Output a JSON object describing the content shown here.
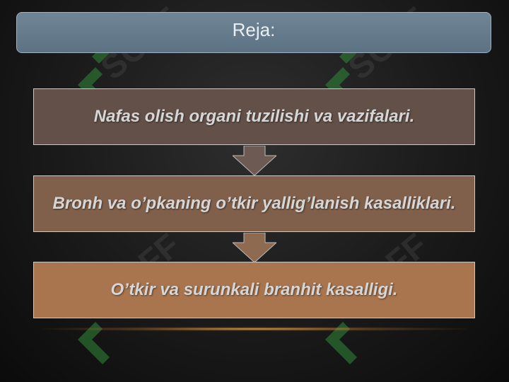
{
  "title": "Reja:",
  "steps": [
    "Nafas olish organi tuzilishi va vazifalari.",
    "Bronh va o’pkaning o’tkir yallig’lanish kasalliklari.",
    "O’tkir va surunkali branhit kasalligi."
  ],
  "watermark": {
    "text": "SOFF",
    "color": "#2f8a3a"
  }
}
